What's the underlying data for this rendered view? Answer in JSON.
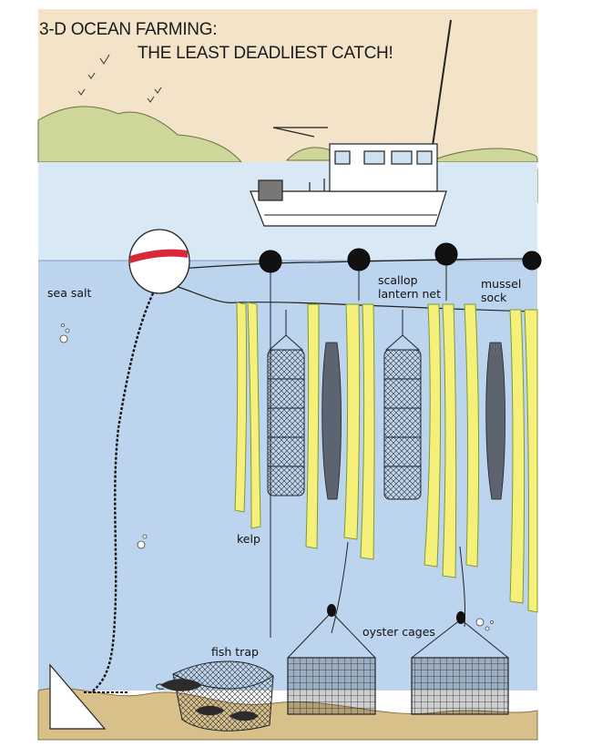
{
  "title": {
    "line1": "3-D OCEAN FARMING:",
    "line2": "THE LEAST DEADLIEST CATCH!"
  },
  "labels": {
    "sea_salt": "sea salt",
    "scallop_line1": "scallop",
    "scallop_line2": "lantern net",
    "mussel_line1": "mussel",
    "mussel_line2": "sock",
    "kelp": "kelp",
    "oyster_cages": "oyster cages",
    "fish_trap": "fish trap"
  },
  "colors": {
    "sky": "#f3e3c9",
    "sea": "#bcd4ee",
    "surface": "#d9e8f5",
    "kelp": "#f4f07a",
    "kelp_edge": "#7f9a32",
    "hills": "#cfd69a",
    "seabed": "#d8c08a",
    "buoy_stripe": "#d8283a",
    "float": "#111111"
  }
}
